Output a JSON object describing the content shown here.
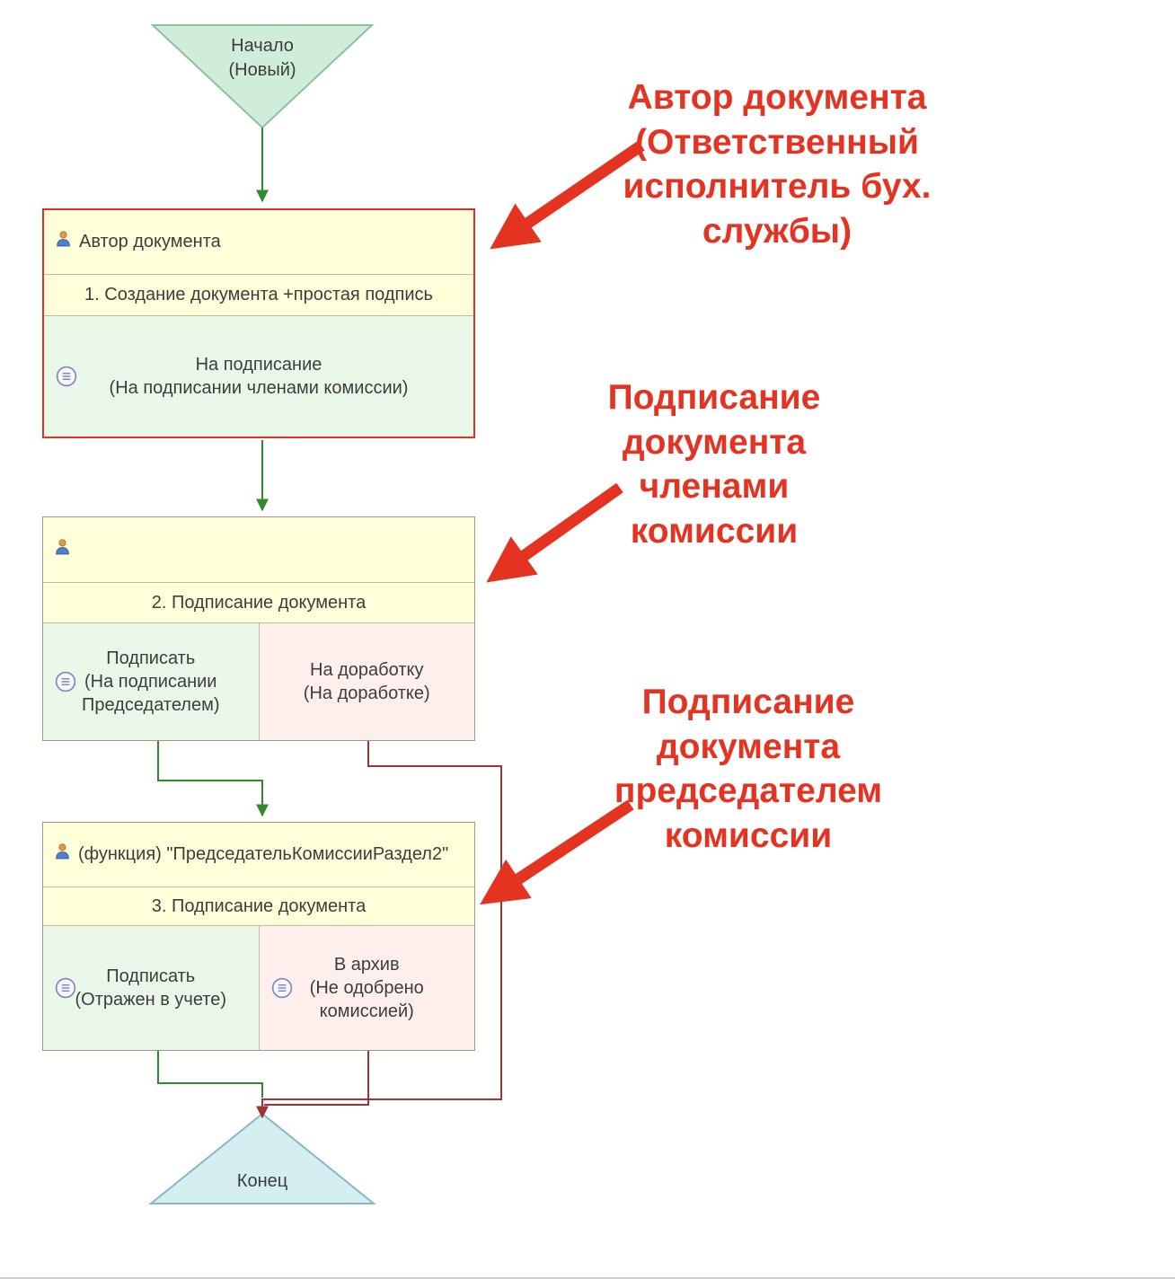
{
  "diagram": {
    "start_node": {
      "label": "Начало",
      "sublabel": "(Новый)"
    },
    "end_node": {
      "label": "Конец"
    },
    "blocks": [
      {
        "role": "Автор документа",
        "action": "1. Создание документа +простая подпись",
        "results": [
          {
            "title": "На подписание",
            "state": "(На подписании членами комиссии)"
          }
        ]
      },
      {
        "role": "",
        "action": "2. Подписание документа",
        "results": [
          {
            "title": "Подписать",
            "state": "(На подписании Председателем)"
          },
          {
            "title": "На доработку",
            "state": "(На доработке)"
          }
        ]
      },
      {
        "role": "(функция) \"ПредседательКомиссииРаздел2\"",
        "action": "3. Подписание документа",
        "results": [
          {
            "title": "Подписать",
            "state": "(Отражен в учете)"
          },
          {
            "title": "В архив",
            "state": "(Не одобрено комиссией)"
          }
        ]
      }
    ],
    "annotations": [
      {
        "text": "Автор документа (Ответственный исполнитель бух. службы)"
      },
      {
        "text": "Подписание документа членами комиссии"
      },
      {
        "text": "Подписание документа председателем комиссии"
      }
    ],
    "colors": {
      "annotation_red": "#e53322",
      "selected_border": "#e03224",
      "block_fill": "#ffffd9",
      "result_green": "#eaf8ea",
      "result_pink": "#fdf0ec",
      "flow_green": "#2e8b2e",
      "flow_red": "#a03434",
      "start_fill": "#cfeeda",
      "end_fill": "#d4eef2"
    }
  }
}
